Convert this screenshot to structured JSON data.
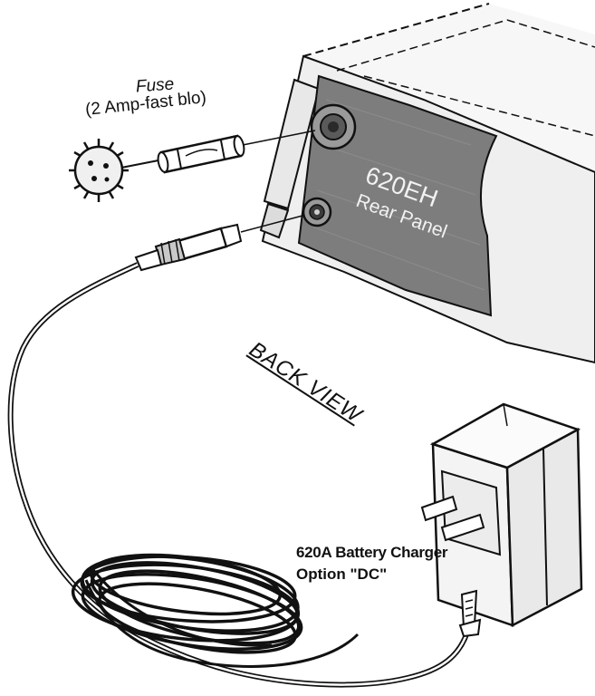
{
  "diagram": {
    "fuse_label": "Fuse",
    "fuse_rating": "(2 Amp-fast blo)",
    "unit_model": "620EH",
    "unit_panel": "Rear Panel",
    "view_label": "BACK VIEW",
    "charger_name": "620A Battery Charger",
    "charger_option": "Option \"DC\""
  },
  "colors": {
    "ink": "#111111",
    "panel_fill": "#7d7d7d",
    "unit_fill": "#efefef",
    "charger_fill": "#f4f4f4",
    "panel_text": "#f2f2f2"
  }
}
